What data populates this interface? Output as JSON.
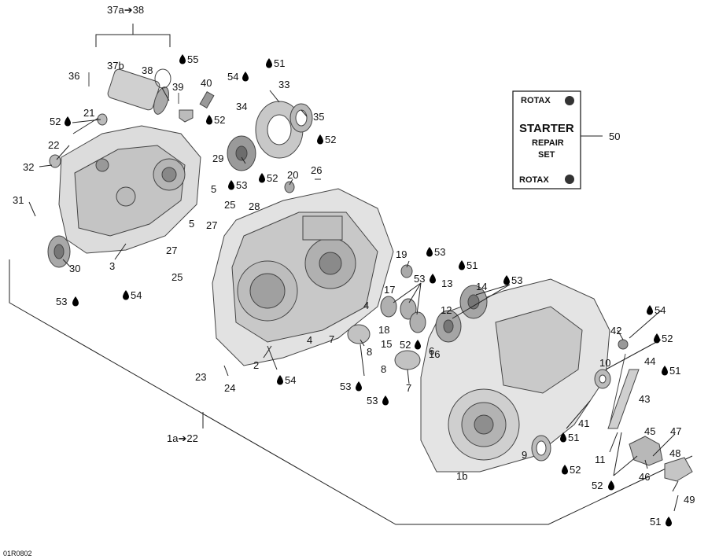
{
  "diagram_code": "01R0802",
  "group_labels": {
    "starter_group": "37a➔38",
    "housing_group": "1a➔22"
  },
  "callouts": {
    "n1b": "1b",
    "n2": "2",
    "n3": "3",
    "n4a": "4",
    "n4b": "4",
    "n5a": "5",
    "n5b": "5",
    "n6": "6",
    "n7a": "7",
    "n7b": "7",
    "n8a": "8",
    "n8b": "8",
    "n9": "9",
    "n10": "10",
    "n11": "11",
    "n12": "12",
    "n13": "13",
    "n14": "14",
    "n15": "15",
    "n16": "16",
    "n17": "17",
    "n18": "18",
    "n19": "19",
    "n20": "20",
    "n21": "21",
    "n22": "22",
    "n23": "23",
    "n24": "24",
    "n25a": "25",
    "n25b": "25",
    "n26": "26",
    "n27a": "27",
    "n27b": "27",
    "n28": "28",
    "n29": "29",
    "n30": "30",
    "n31": "31",
    "n32": "32",
    "n33": "33",
    "n34": "34",
    "n35": "35",
    "n36": "36",
    "n37b": "37b",
    "n38": "38",
    "n39": "39",
    "n40": "40",
    "n41": "41",
    "n42": "42",
    "n43": "43",
    "n44": "44",
    "n45": "45",
    "n46": "46",
    "n47": "47",
    "n48": "48",
    "n49": "49",
    "n50": "50"
  },
  "lubricants": {
    "l55": "55",
    "l51a": "51",
    "l54a": "54",
    "l52a": "52",
    "l52b": "52",
    "l52c": "52",
    "l53a": "53",
    "l52d": "52",
    "l53b": "53",
    "l54b": "54",
    "l53c": "53",
    "l51b": "51",
    "l53d": "53",
    "l53e": "53",
    "l52e": "52",
    "l54c": "54",
    "l53f": "53",
    "l53g": "53",
    "l54d": "54",
    "l52f": "52",
    "l51c": "51",
    "l51d": "51",
    "l52g": "52",
    "l52h": "52",
    "l51e": "51"
  },
  "kit_box": {
    "brand": "ROTAX",
    "line1": "STARTER",
    "line2": "REPAIR",
    "line3": "SET"
  },
  "colors": {
    "ink": "#111111",
    "part_fill": "#d9d9d9",
    "part_dark": "#9a9a9a"
  }
}
